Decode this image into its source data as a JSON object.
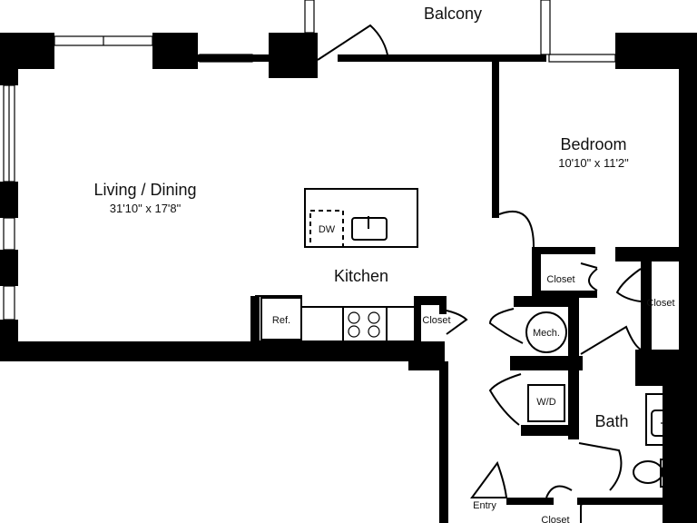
{
  "rooms": {
    "balcony": {
      "name": "Balcony"
    },
    "living": {
      "name": "Living / Dining",
      "dims": "31'10\" x 17'8\""
    },
    "bedroom": {
      "name": "Bedroom",
      "dims": "10'10\" x 11'2\""
    },
    "kitchen": {
      "name": "Kitchen"
    },
    "bath": {
      "name": "Bath"
    }
  },
  "fixtures": {
    "dishwasher": "DW",
    "refrigerator": "Ref.",
    "mechanical": "Mech.",
    "washer_dryer": "W/D",
    "closet_kitchen": "Closet",
    "closet_bedroom": "Closet",
    "closet_hall_right": "Closet",
    "closet_bottom": "Closet",
    "entry": "Entry"
  }
}
